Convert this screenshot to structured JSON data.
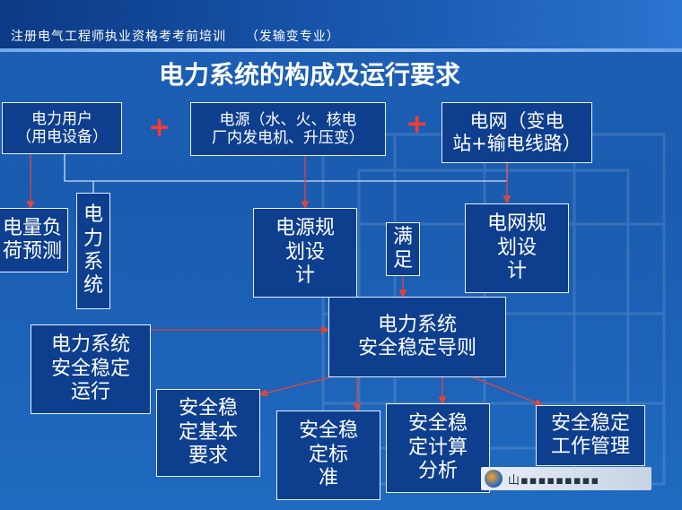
{
  "header": {
    "text": "注册电气工程师执业资格考考前培训    （发输变专业）"
  },
  "title": "电力系统的构成及运行要求",
  "plus_sign": "+",
  "nodes": {
    "user": "电力用户\n（用电设备）",
    "power_source": "电源（水、火、核电\n厂内发电机、升压变）",
    "grid": "电网（变电\n站+输电线路）",
    "load_forecast": "电量负\n荷预测",
    "power_system_vertical": "电\n力\n系\n统",
    "source_planning": "电源规\n划设\n计",
    "satisfy": "满\n足",
    "grid_planning": "电网规\n划设\n计",
    "guideline": "电力系统\n安全稳定导则",
    "operation": "电力系统\n安全稳定\n运行",
    "basic_req": "安全稳\n定基本\n要求",
    "standard": "安全稳\n定标\n准",
    "analysis": "安全稳\n定计算\n分析",
    "management": "安全稳定\n工作管理"
  },
  "colors": {
    "arrow": "#e0453a",
    "border": "#e8f0ff",
    "box_fill": "#0e3f8e",
    "plus": "#ff3b2f"
  }
}
